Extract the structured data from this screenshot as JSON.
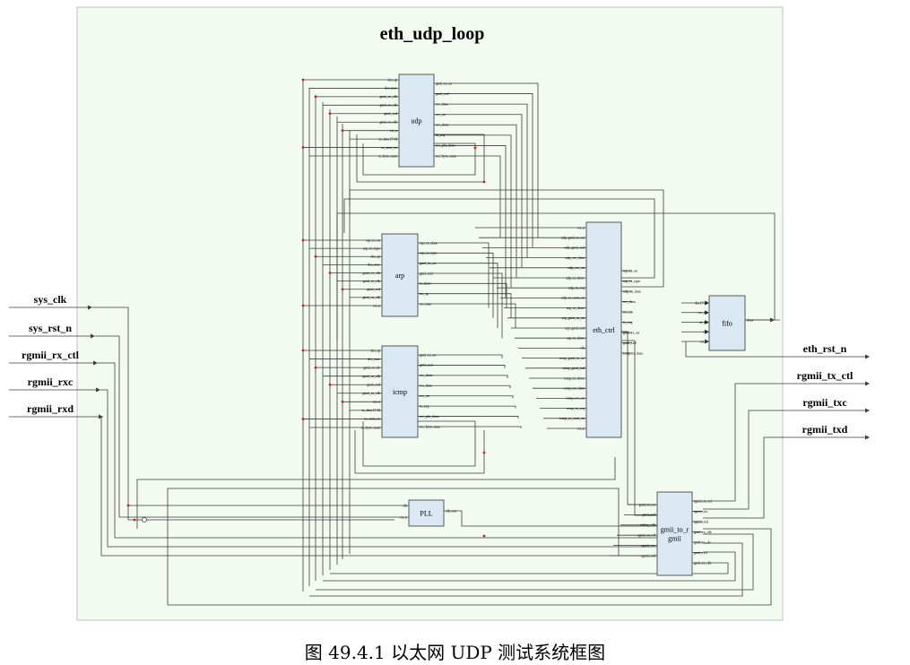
{
  "diagram": {
    "title": "eth_udp_loop",
    "caption": "图 49.4.1 以太网 UDP 测试系统框图",
    "colors": {
      "canvas_bg": "#f3faef",
      "canvas_border": "#b9c7b0",
      "block_fill": "#d9e8f3",
      "block_stroke": "#4a4a4a",
      "wire": "#3c3c3c",
      "dot": "#cc2222"
    },
    "inputs": [
      "sys_clk",
      "sys_rst_n",
      "rgmii_rx_ctl",
      "rgmii_rxc",
      "rgmii_rxd"
    ],
    "outputs": [
      "eth_rst_n",
      "rgmii_tx_ctl",
      "rgmii_txc",
      "rgmii_txd"
    ],
    "blocks": {
      "udp": {
        "label": "udp",
        "left_pins": [
          "des_ip",
          "des_mac",
          "gmii_rx_clk",
          "gmii_tx_clk",
          "gmii_rxd",
          "gmii_rx_clk",
          "rst_n",
          "tx_data [7:0]",
          "tx_start_en",
          "tx_byte_num"
        ],
        "right_pins": [
          "gmii_tx_en",
          "gmii_txd",
          "rec_data",
          "rec_en",
          "rec_done",
          "tx_req",
          "rec_pkt_done",
          "rec_byte_num"
        ]
      },
      "arp": {
        "label": "arp",
        "left_pins": [
          "arp_tx_en",
          "arp_tx_type",
          "des_ip",
          "des_mac",
          "gmii_rx_clk",
          "gmii_tx_clk",
          "gmii_rxd",
          "gmii_rx_clk",
          "rst_n"
        ],
        "right_pins": [
          "arp_rx_done",
          "arp_rx_type",
          "gmii_tx_en",
          "gmii_txd",
          "tx_done",
          "src_ip",
          "src_mac"
        ]
      },
      "icmp": {
        "label": "icmp",
        "left_pins": [
          "des_ip",
          "des_mac",
          "gmii_rx_dv",
          "gmii_rx_clk",
          "gmii_rxd",
          "gmii_rx_clk",
          "rst_n",
          "tx_data [7:0]",
          "tx_start_en",
          "tx_byte_num"
        ],
        "right_pins": [
          "gmii_tx_en",
          "gmii_txd",
          "rec_done",
          "rec_data",
          "rec_en",
          "tx_req",
          "rec_pkt_done",
          "rec_byte_num"
        ]
      },
      "eth_ctrl": {
        "label": "eth_ctrl",
        "left_pins": [
          "rst_n",
          "udp_gmii_tx_en",
          "udp_gmii_txd",
          "udp_rec_data",
          "udp_rec_en",
          "udp_tx_done",
          "udp_tx_req",
          "udp_tx_start_en",
          "arp_rx_done",
          "arp_gmii_tx_en",
          "arp_gmii_txd",
          "arp_tx_done",
          "clk",
          "icmp_gmii_tx_en",
          "icmp_gmii_txd",
          "icmp_tx_done",
          "icmp_rec_data",
          "icmp_rec_en",
          "icmp_tx_req",
          "icmp_tx_start_en",
          "rst_n"
        ],
        "right_pins": [
          "arp_tx_en",
          "arp_tx_type",
          "udp_tx_data",
          "rec_data",
          "rec_en",
          "tx_req",
          "gmii_tx_en",
          "gmii_txd",
          "icmp_tx_data"
        ]
      },
      "fifo": {
        "label": "fifo",
        "left_pins": [
          "din [7:0]",
          "wr_en",
          "rd_en",
          "clk",
          "rst_n"
        ],
        "right_pins": [
          "dout"
        ]
      },
      "pll": {
        "label": "PLL",
        "left_pins": [
          "clk",
          "rst_n"
        ],
        "right_pins": [
          "clk_out"
        ]
      },
      "gmii_to_rgmii": {
        "label_lines": [
          "gmii_to_r",
          "gmii"
        ],
        "left_pins": [
          "gmii_tx_en",
          "gmii_txd",
          "idelay_clk",
          "rgmii_rx_ctl",
          "rgmii_rxc",
          "rgmii_rxd"
        ],
        "right_pins": [
          "rgmii_tx_ctl",
          "rgmii_txc",
          "rgmii_txd",
          "gmii_rx_clk",
          "gmii_rx_dv",
          "gmii_rxd",
          "gmii_tx_clk"
        ]
      }
    }
  }
}
